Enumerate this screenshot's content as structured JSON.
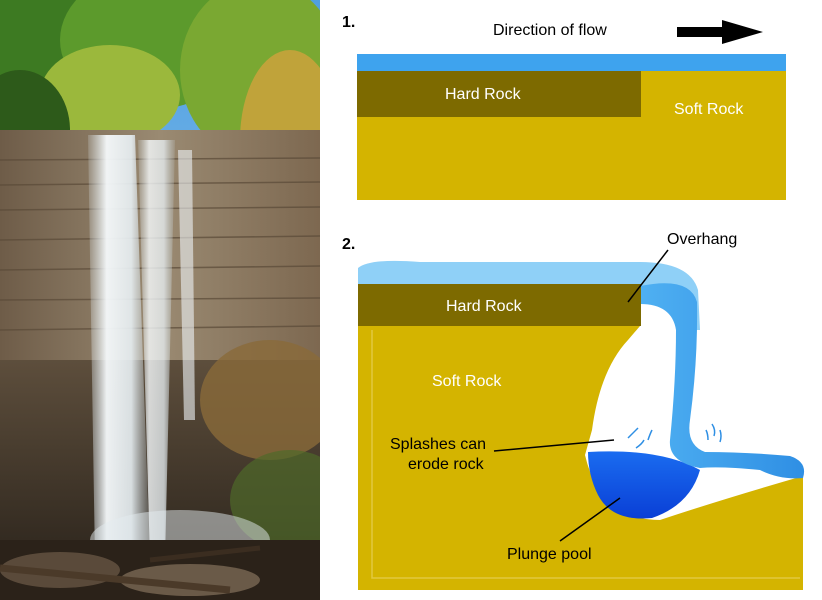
{
  "photo": {
    "alt_icon": "waterfall-photo"
  },
  "panel1": {
    "number": "1.",
    "flow_label": "Direction of flow",
    "hard_rock": "Hard Rock",
    "soft_rock": "Soft Rock"
  },
  "panel2": {
    "number": "2.",
    "overhang": "Overhang",
    "hard_rock": "Hard Rock",
    "soft_rock": "Soft Rock",
    "splash_line1": "Splashes can",
    "splash_line2": "erode rock",
    "plunge_pool": "Plunge pool"
  },
  "colors": {
    "hard_rock": "#7d6a00",
    "soft_rock": "#d4b400",
    "water": "#3ea3ee",
    "water_light": "#8fd0f7",
    "plunge_pool": "#0a52e6"
  }
}
